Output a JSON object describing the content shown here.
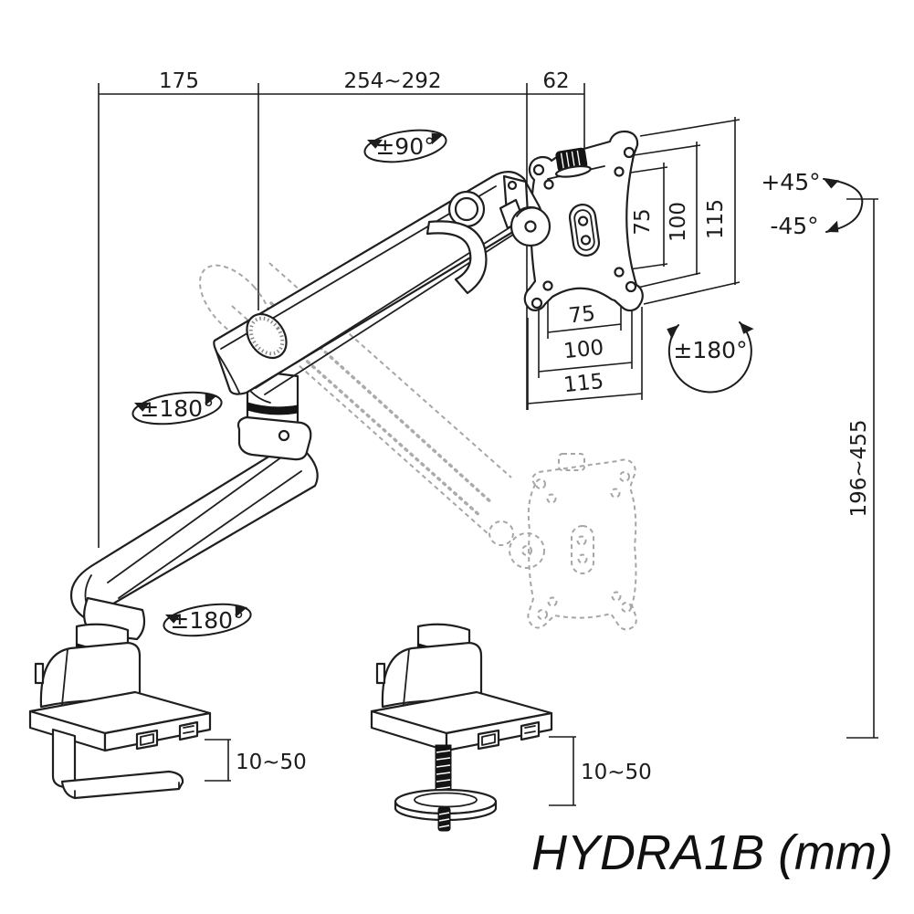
{
  "title": {
    "text": "HYDRA1B (mm)"
  },
  "dimensions": {
    "top_rear": "175",
    "top_extension": "254~292",
    "top_head": "62",
    "height_range": "196~455",
    "clamp_left": "10~50",
    "clamp_right": "10~50",
    "vesa_vertical": [
      "75",
      "100",
      "115"
    ],
    "vesa_horizontal": [
      "75",
      "100",
      "115"
    ]
  },
  "rotations": {
    "head_swivel": "±90°",
    "tilt_up": "+45°",
    "tilt_down": "-45°",
    "vesa_rotate": "±180°",
    "elbow_rotate": "±180°",
    "base_rotate": "±180°"
  },
  "colors": {
    "line": "#1c1c1c",
    "ghost": "#a6a6a6",
    "background": "#ffffff"
  }
}
